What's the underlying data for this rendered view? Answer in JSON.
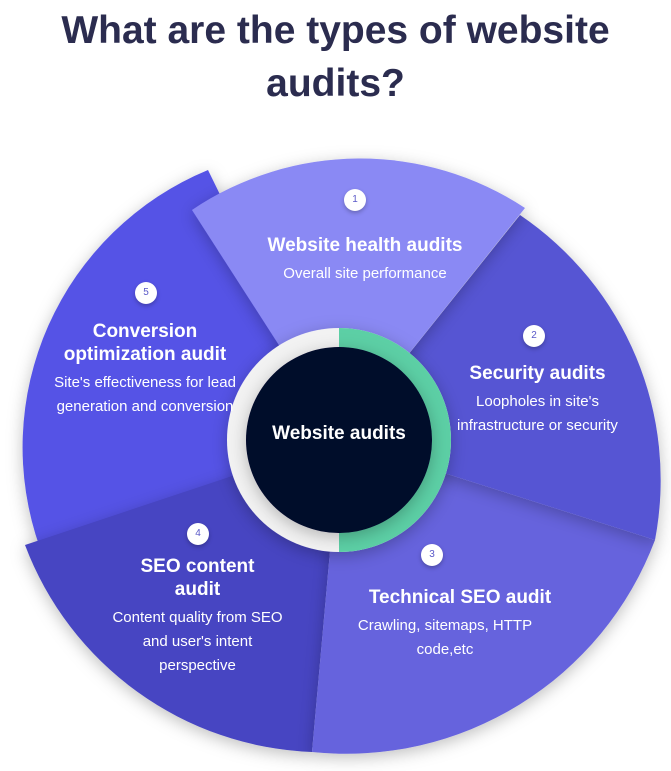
{
  "title": "What are the types of website audits?",
  "center": {
    "label": "Website audits"
  },
  "segments": [
    {
      "number": "1",
      "title": "Website health audits",
      "description": "Overall site performance",
      "color": "#8a89f4"
    },
    {
      "number": "2",
      "title": "Security audits",
      "description": "Loopholes in site's infrastructure or security",
      "color": "#5755d3"
    },
    {
      "number": "3",
      "title": "Technical SEO audit",
      "description": "Crawling, sitemaps, HTTP code,etc",
      "color": "#6664dd"
    },
    {
      "number": "4",
      "title": "SEO content audit",
      "description": "Content quality from SEO and user's intent perspective",
      "color": "#4645c2"
    },
    {
      "number": "5",
      "title": "Conversion optimization audit",
      "description": "Site's effectiveness for lead generation and conversion",
      "color": "#5553e6"
    }
  ],
  "colors": {
    "title": "#2b2c4f",
    "center": "#03072b",
    "ring_accent": "#5ccfa5",
    "ring": "#f2f2f2"
  }
}
